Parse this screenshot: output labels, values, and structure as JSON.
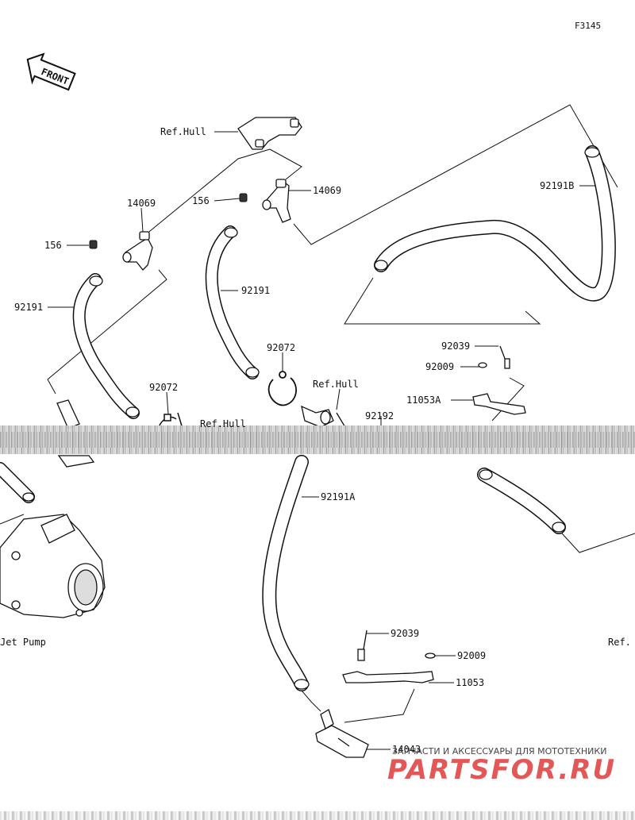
{
  "figure_code": "F3145",
  "front_label": "FRONT",
  "labels": {
    "ref_hull_top": "Ref.Hull",
    "part_14069_left": "14069",
    "part_14069_right": "14069",
    "part_156_left": "156",
    "part_156_right": "156",
    "part_92191_left": "92191",
    "part_92191_center": "92191",
    "part_92191B": "92191B",
    "part_92072_center": "92072",
    "part_92072_left": "92072",
    "ref_hull_center": "Ref.Hull",
    "ref_hull_left": "Ref.Hull",
    "part_92192": "92192",
    "part_92039_upper": "92039",
    "part_92009_upper": "92009",
    "part_11053A": "11053A",
    "part_92191A": "92191A",
    "jet_pump": "Jet Pump",
    "part_92039_lower": "92039",
    "part_92009_lower": "92009",
    "part_11053": "11053",
    "part_14043": "14043",
    "ref_right_edge": "Ref."
  },
  "watermark": {
    "line1": "ЗАПЧАСТИ И АКСЕССУАРЫ ДЛЯ МОТОТЕХНИКИ",
    "line2": "PARTSFOR.RU"
  },
  "colors": {
    "line": "#111111",
    "watermark_red": "#e03a3a"
  }
}
